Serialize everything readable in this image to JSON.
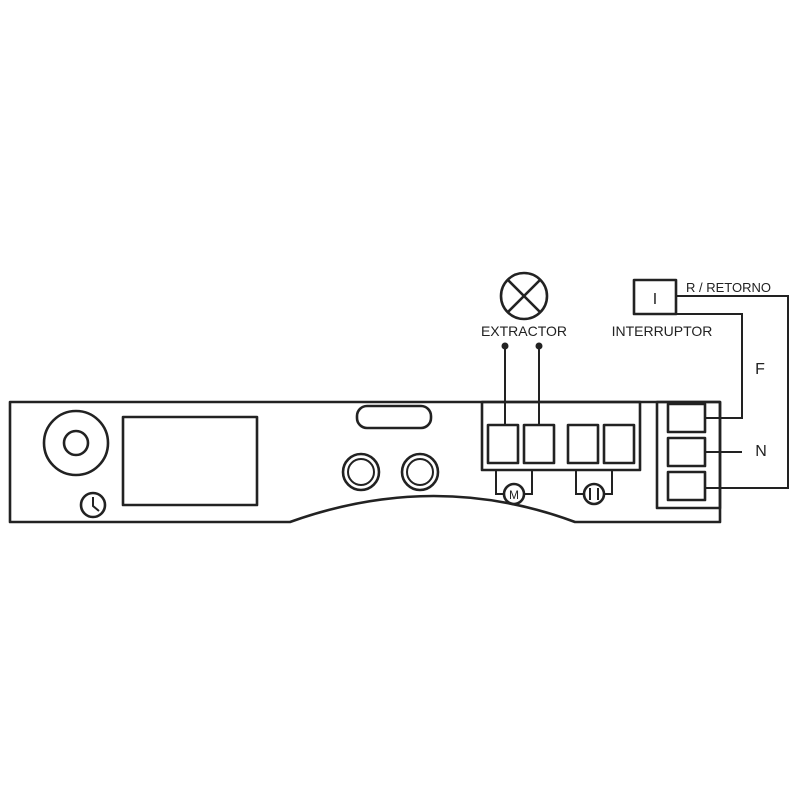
{
  "labels": {
    "extractor": "EXTRACTOR",
    "switch": "INTERRUPTOR",
    "switch_symbol": "I",
    "return": "R / RETORNO",
    "phase": "F",
    "neutral": "N",
    "motor_symbol": "M"
  },
  "colors": {
    "line": "#222222",
    "background": "#ffffff"
  },
  "icons": {
    "lamp": "lamp-symbol-icon",
    "clock": "clock-icon",
    "motor": "motor-icon",
    "heater": "heater-icon"
  }
}
